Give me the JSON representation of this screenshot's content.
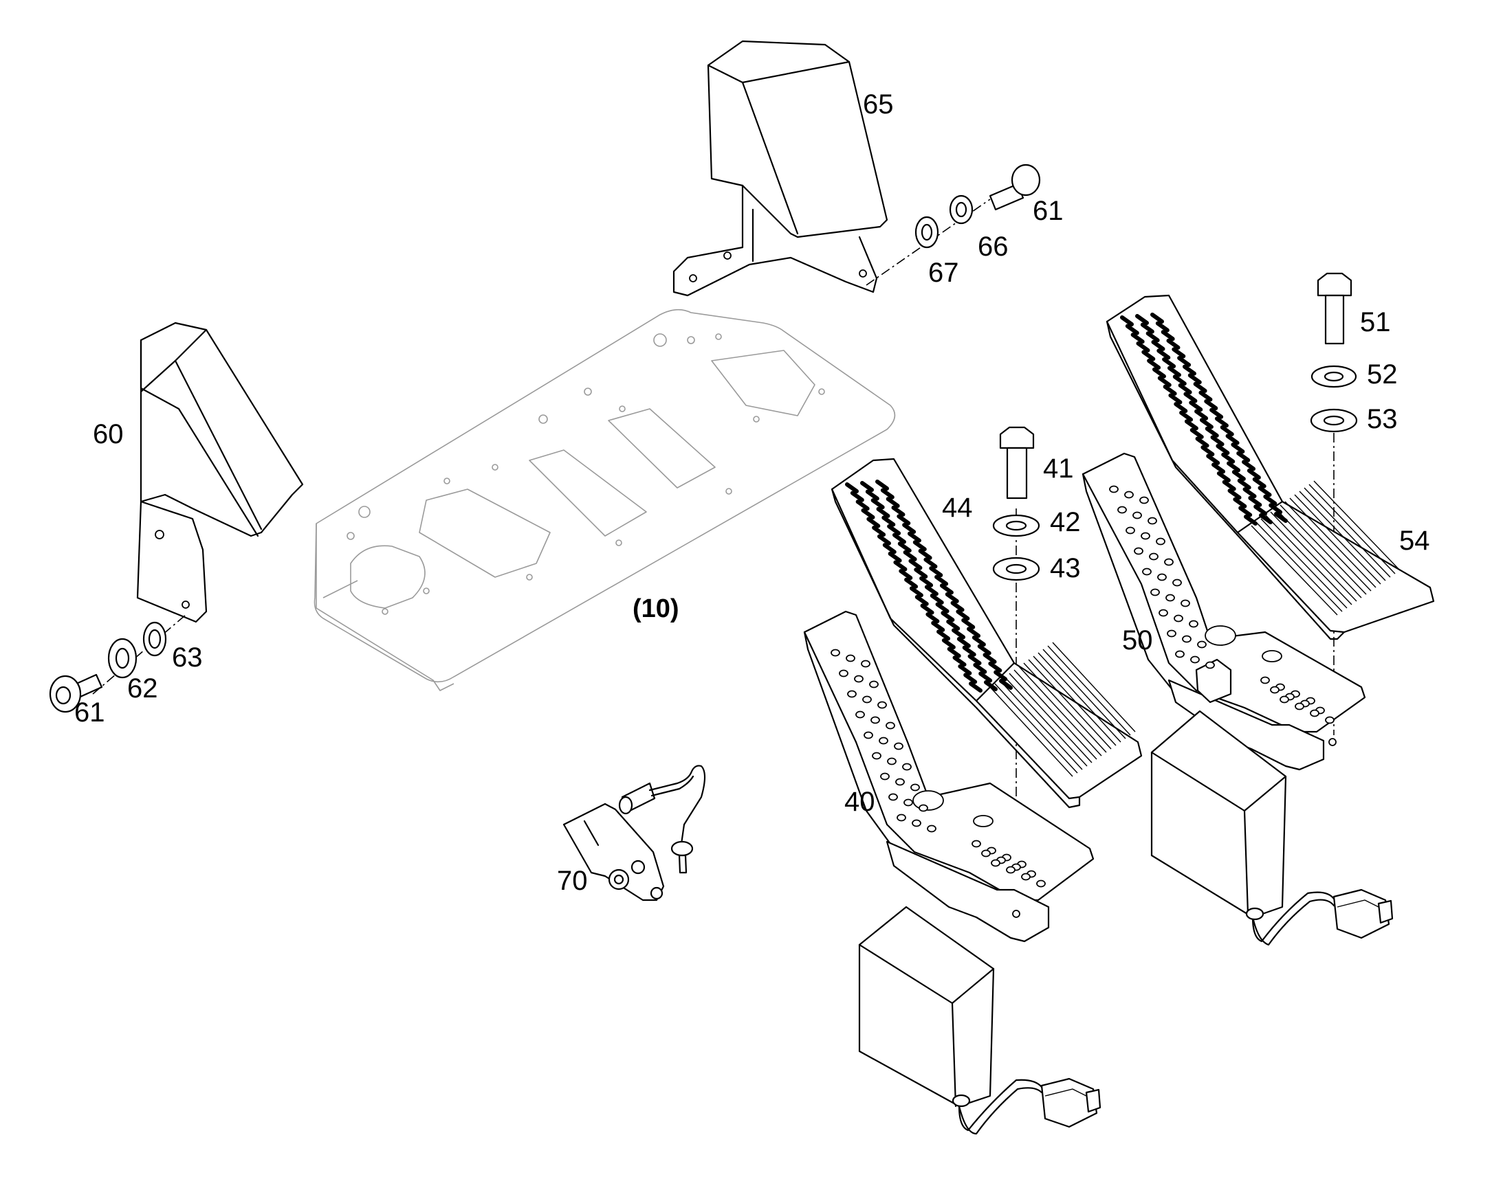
{
  "diagram": {
    "reference_label": "(10)",
    "callouts": {
      "c60": "60",
      "c61a": "61",
      "c62": "62",
      "c63": "63",
      "c65": "65",
      "c61b": "61",
      "c66": "66",
      "c67": "67",
      "c41": "41",
      "c42": "42",
      "c43": "43",
      "c44": "44",
      "c40": "40",
      "c51": "51",
      "c52": "52",
      "c53": "53",
      "c54": "54",
      "c50": "50",
      "c70": "70"
    }
  }
}
